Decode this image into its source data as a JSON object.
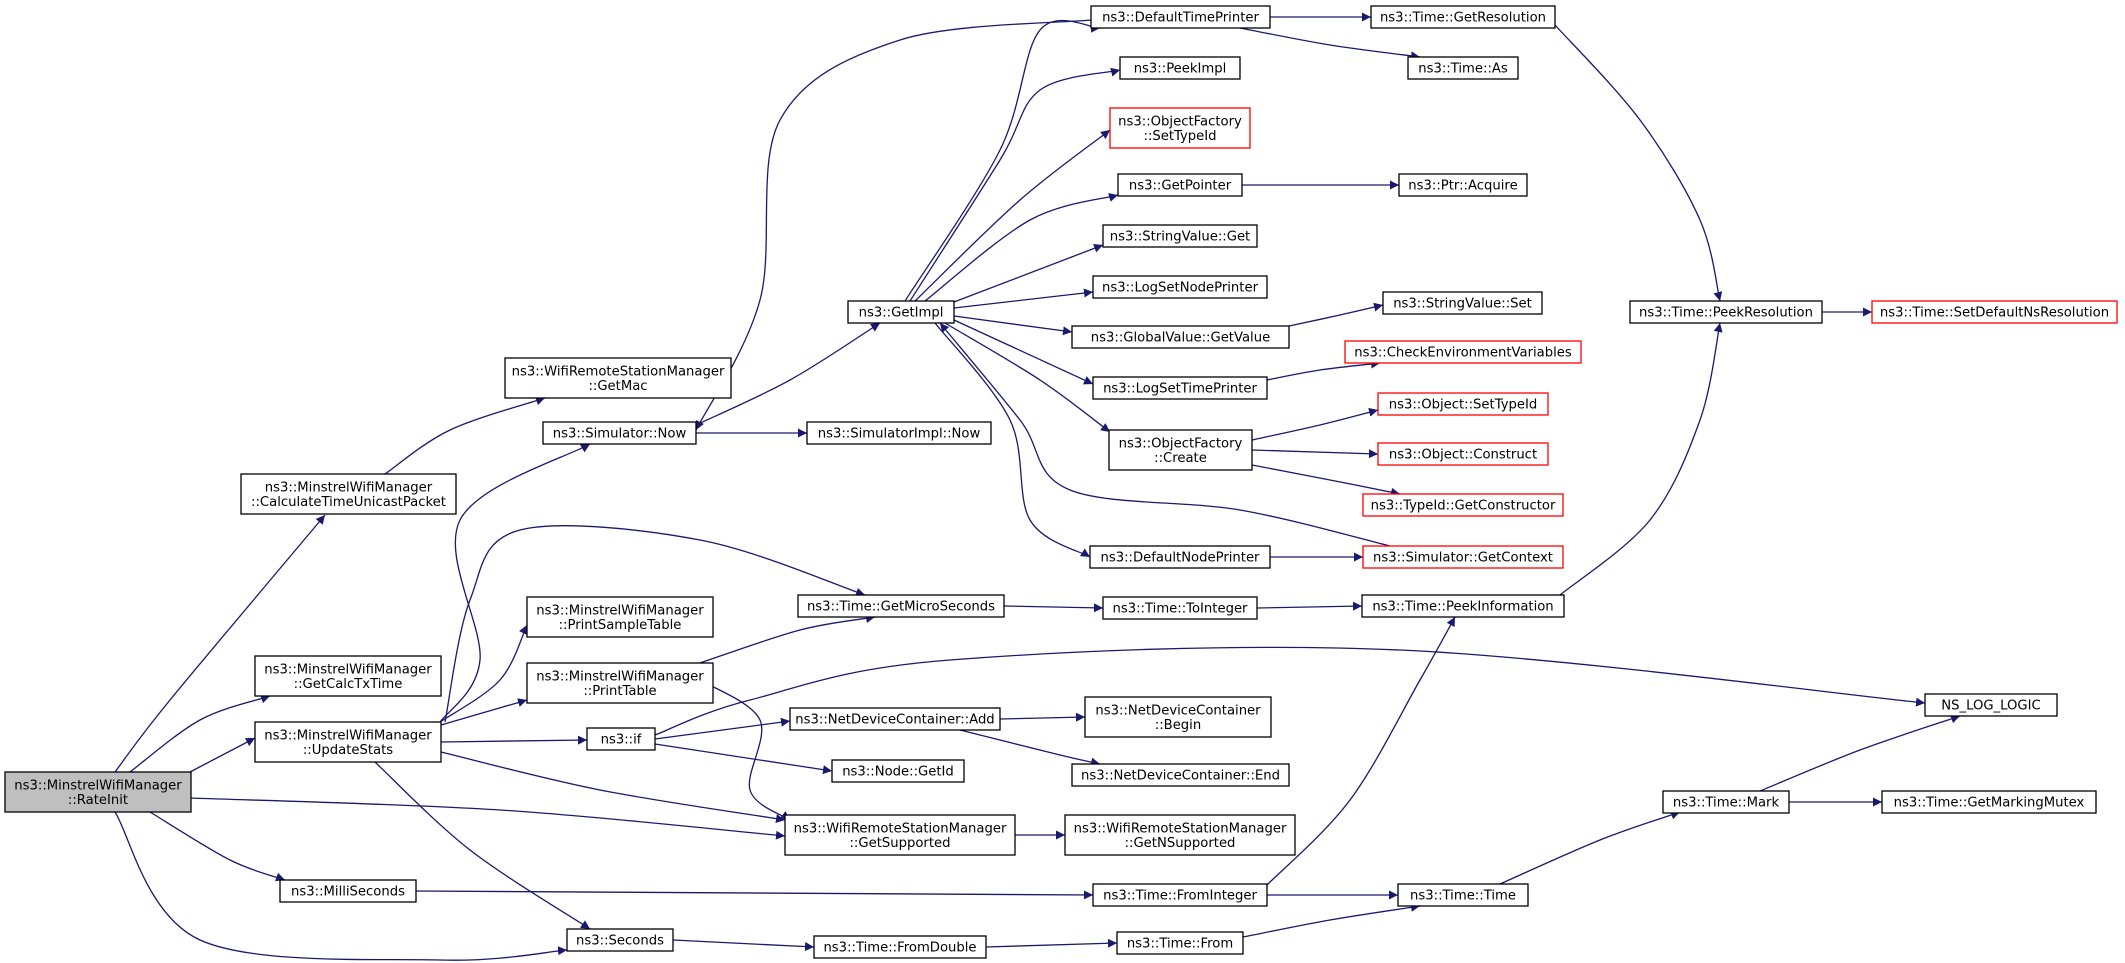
{
  "graph": {
    "root": "ns3::MinstrelWifiManager::RateInit",
    "colors": {
      "edge": "#191970",
      "node_border": "#000000",
      "missing_border": "#ff0000",
      "root_fill": "#bfbfbf",
      "node_fill": "#ffffff"
    },
    "nodes": [
      {
        "id": "rateinit",
        "lines": [
          "ns3::MinstrelWifiManager",
          "::RateInit"
        ],
        "style": "root"
      },
      {
        "id": "calc_time",
        "lines": [
          "ns3::MinstrelWifiManager",
          "::CalculateTimeUnicastPacket"
        ],
        "style": "normal"
      },
      {
        "id": "getmac",
        "lines": [
          "ns3::WifiRemoteStationManager",
          "::GetMac"
        ],
        "style": "normal"
      },
      {
        "id": "getcalctx",
        "lines": [
          "ns3::MinstrelWifiManager",
          "::GetCalcTxTime"
        ],
        "style": "normal"
      },
      {
        "id": "updatestats",
        "lines": [
          "ns3::MinstrelWifiManager",
          "::UpdateStats"
        ],
        "style": "normal"
      },
      {
        "id": "millis",
        "lines": [
          "ns3::MilliSeconds"
        ],
        "style": "normal"
      },
      {
        "id": "seconds",
        "lines": [
          "ns3::Seconds"
        ],
        "style": "normal"
      },
      {
        "id": "simnow",
        "lines": [
          "ns3::Simulator::Now"
        ],
        "style": "normal"
      },
      {
        "id": "simimplnow",
        "lines": [
          "ns3::SimulatorImpl::Now"
        ],
        "style": "normal"
      },
      {
        "id": "printsample",
        "lines": [
          "ns3::MinstrelWifiManager",
          "::PrintSampleTable"
        ],
        "style": "normal"
      },
      {
        "id": "printtable",
        "lines": [
          "ns3::MinstrelWifiManager",
          "::PrintTable"
        ],
        "style": "normal"
      },
      {
        "id": "nsif",
        "lines": [
          "ns3::if"
        ],
        "style": "normal"
      },
      {
        "id": "getimpl",
        "lines": [
          "ns3::GetImpl"
        ],
        "style": "normal"
      },
      {
        "id": "getmicro",
        "lines": [
          "ns3::Time::GetMicroSeconds"
        ],
        "style": "normal"
      },
      {
        "id": "ndcadd",
        "lines": [
          "ns3::NetDeviceContainer::Add"
        ],
        "style": "normal"
      },
      {
        "id": "nodegetid",
        "lines": [
          "ns3::Node::GetId"
        ],
        "style": "normal"
      },
      {
        "id": "getsupported",
        "lines": [
          "ns3::WifiRemoteStationManager",
          "::GetSupported"
        ],
        "style": "normal"
      },
      {
        "id": "fromdouble",
        "lines": [
          "ns3::Time::FromDouble"
        ],
        "style": "normal"
      },
      {
        "id": "defaulttimeprinter",
        "lines": [
          "ns3::DefaultTimePrinter"
        ],
        "style": "normal"
      },
      {
        "id": "peekimpl",
        "lines": [
          "ns3::PeekImpl"
        ],
        "style": "normal"
      },
      {
        "id": "ofsettypeid",
        "lines": [
          "ns3::ObjectFactory",
          "::SetTypeId"
        ],
        "style": "missing"
      },
      {
        "id": "getpointer",
        "lines": [
          "ns3::GetPointer"
        ],
        "style": "normal"
      },
      {
        "id": "stringvalueget",
        "lines": [
          "ns3::StringValue::Get"
        ],
        "style": "normal"
      },
      {
        "id": "logsetnodeprinter",
        "lines": [
          "ns3::LogSetNodePrinter"
        ],
        "style": "normal"
      },
      {
        "id": "gvgetvalue",
        "lines": [
          "ns3::GlobalValue::GetValue"
        ],
        "style": "normal"
      },
      {
        "id": "logsettimeprinter",
        "lines": [
          "ns3::LogSetTimePrinter"
        ],
        "style": "normal"
      },
      {
        "id": "ofcreate",
        "lines": [
          "ns3::ObjectFactory",
          "::Create"
        ],
        "style": "normal"
      },
      {
        "id": "defaultnodeprinter",
        "lines": [
          "ns3::DefaultNodePrinter"
        ],
        "style": "normal"
      },
      {
        "id": "toint",
        "lines": [
          "ns3::Time::ToInteger"
        ],
        "style": "normal"
      },
      {
        "id": "ndcbegin",
        "lines": [
          "ns3::NetDeviceContainer",
          "::Begin"
        ],
        "style": "normal"
      },
      {
        "id": "ndcend",
        "lines": [
          "ns3::NetDeviceContainer::End"
        ],
        "style": "normal"
      },
      {
        "id": "getnsupported",
        "lines": [
          "ns3::WifiRemoteStationManager",
          "::GetNSupported"
        ],
        "style": "normal"
      },
      {
        "id": "fromint",
        "lines": [
          "ns3::Time::FromInteger"
        ],
        "style": "normal"
      },
      {
        "id": "timefrom",
        "lines": [
          "ns3::Time::From"
        ],
        "style": "normal"
      },
      {
        "id": "getresolution",
        "lines": [
          "ns3::Time::GetResolution"
        ],
        "style": "normal"
      },
      {
        "id": "timeas",
        "lines": [
          "ns3::Time::As"
        ],
        "style": "normal"
      },
      {
        "id": "ptracquire",
        "lines": [
          "ns3::Ptr::Acquire"
        ],
        "style": "normal"
      },
      {
        "id": "stringvalueset",
        "lines": [
          "ns3::StringValue::Set"
        ],
        "style": "normal"
      },
      {
        "id": "checkenv",
        "lines": [
          "ns3::CheckEnvironmentVariables"
        ],
        "style": "missing"
      },
      {
        "id": "objsettypeid",
        "lines": [
          "ns3::Object::SetTypeId"
        ],
        "style": "missing"
      },
      {
        "id": "objconstruct",
        "lines": [
          "ns3::Object::Construct"
        ],
        "style": "missing"
      },
      {
        "id": "typeidgetctor",
        "lines": [
          "ns3::TypeId::GetConstructor"
        ],
        "style": "missing"
      },
      {
        "id": "simgetcontext",
        "lines": [
          "ns3::Simulator::GetContext"
        ],
        "style": "missing"
      },
      {
        "id": "peekinfo",
        "lines": [
          "ns3::Time::PeekInformation"
        ],
        "style": "normal"
      },
      {
        "id": "timetime",
        "lines": [
          "ns3::Time::Time"
        ],
        "style": "normal"
      },
      {
        "id": "peekres",
        "lines": [
          "ns3::Time::PeekResolution"
        ],
        "style": "normal"
      },
      {
        "id": "setdefaultns",
        "lines": [
          "ns3::Time::SetDefaultNsResolution"
        ],
        "style": "missing"
      },
      {
        "id": "timemark",
        "lines": [
          "ns3::Time::Mark"
        ],
        "style": "normal"
      },
      {
        "id": "nslog",
        "lines": [
          "NS_LOG_LOGIC"
        ],
        "style": "normal"
      },
      {
        "id": "getmarkingmutex",
        "lines": [
          "ns3::Time::GetMarkingMutex"
        ],
        "style": "normal"
      }
    ],
    "edges": [
      {
        "from": "rateinit",
        "to": "calc_time"
      },
      {
        "from": "rateinit",
        "to": "getcalctx"
      },
      {
        "from": "rateinit",
        "to": "updatestats"
      },
      {
        "from": "rateinit",
        "to": "getsupported"
      },
      {
        "from": "rateinit",
        "to": "millis"
      },
      {
        "from": "rateinit",
        "to": "seconds"
      },
      {
        "from": "calc_time",
        "to": "getmac"
      },
      {
        "from": "updatestats",
        "to": "simnow"
      },
      {
        "from": "updatestats",
        "to": "getmicro"
      },
      {
        "from": "updatestats",
        "to": "printsample"
      },
      {
        "from": "updatestats",
        "to": "printtable"
      },
      {
        "from": "updatestats",
        "to": "nsif"
      },
      {
        "from": "updatestats",
        "to": "getsupported"
      },
      {
        "from": "updatestats",
        "to": "seconds"
      },
      {
        "from": "simnow",
        "to": "simimplnow"
      },
      {
        "from": "simnow",
        "to": "getimpl"
      },
      {
        "from": "printtable",
        "to": "getmicro"
      },
      {
        "from": "printtable",
        "to": "getsupported"
      },
      {
        "from": "nsif",
        "to": "nslog"
      },
      {
        "from": "nsif",
        "to": "ndcadd"
      },
      {
        "from": "nsif",
        "to": "nodegetid"
      },
      {
        "from": "millis",
        "to": "fromint"
      },
      {
        "from": "seconds",
        "to": "fromdouble"
      },
      {
        "from": "getimpl",
        "to": "defaulttimeprinter"
      },
      {
        "from": "getimpl",
        "to": "peekimpl"
      },
      {
        "from": "getimpl",
        "to": "ofsettypeid"
      },
      {
        "from": "getimpl",
        "to": "getpointer"
      },
      {
        "from": "getimpl",
        "to": "stringvalueget"
      },
      {
        "from": "getimpl",
        "to": "logsetnodeprinter"
      },
      {
        "from": "getimpl",
        "to": "gvgetvalue"
      },
      {
        "from": "getimpl",
        "to": "logsettimeprinter"
      },
      {
        "from": "getimpl",
        "to": "ofcreate"
      },
      {
        "from": "getimpl",
        "to": "defaultnodeprinter"
      },
      {
        "from": "defaulttimeprinter",
        "to": "simnow"
      },
      {
        "from": "defaulttimeprinter",
        "to": "getresolution"
      },
      {
        "from": "defaulttimeprinter",
        "to": "timeas"
      },
      {
        "from": "getpointer",
        "to": "ptracquire"
      },
      {
        "from": "gvgetvalue",
        "to": "stringvalueset"
      },
      {
        "from": "logsettimeprinter",
        "to": "checkenv"
      },
      {
        "from": "ofcreate",
        "to": "objsettypeid"
      },
      {
        "from": "ofcreate",
        "to": "objconstruct"
      },
      {
        "from": "ofcreate",
        "to": "typeidgetctor"
      },
      {
        "from": "defaultnodeprinter",
        "to": "simgetcontext"
      },
      {
        "from": "simgetcontext",
        "to": "getimpl"
      },
      {
        "from": "getmicro",
        "to": "toint"
      },
      {
        "from": "toint",
        "to": "peekinfo"
      },
      {
        "from": "ndcadd",
        "to": "ndcbegin"
      },
      {
        "from": "ndcadd",
        "to": "ndcend"
      },
      {
        "from": "getsupported",
        "to": "getnsupported"
      },
      {
        "from": "fromint",
        "to": "peekinfo"
      },
      {
        "from": "fromint",
        "to": "timetime"
      },
      {
        "from": "fromdouble",
        "to": "timefrom"
      },
      {
        "from": "timefrom",
        "to": "timetime"
      },
      {
        "from": "getresolution",
        "to": "peekres"
      },
      {
        "from": "peekinfo",
        "to": "peekres"
      },
      {
        "from": "peekres",
        "to": "setdefaultns"
      },
      {
        "from": "timetime",
        "to": "timemark"
      },
      {
        "from": "timemark",
        "to": "nslog"
      },
      {
        "from": "timemark",
        "to": "getmarkingmutex"
      }
    ]
  }
}
